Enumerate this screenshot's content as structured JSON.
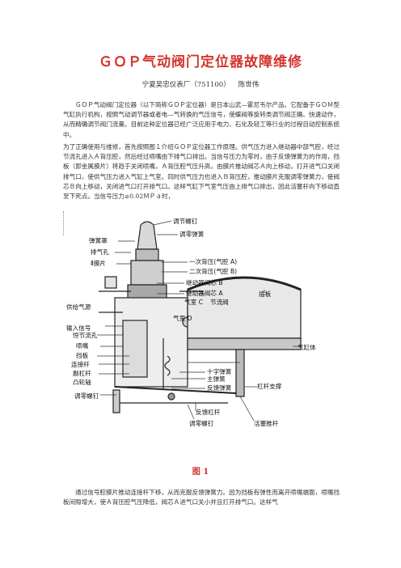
{
  "title": "ＧＯＰ气动阀门定位器故障维修",
  "byline": {
    "org": "宁夏吴忠仪表厂（751100）",
    "author": "陈世伟"
  },
  "paragraphs": [
    "ＧＯＰ气动阀门定位器（以下简称ＧＯＰ定位器）是日本山武—霍尼韦尔产品。它配备于ＧＯＭ型气缸执行机构，按照气动调节器或者电—气转换的气压信号，使蝶阀等旋转类调节阀正确、快速动作，从而精确调节阀门流量。目前这种定位器已经广泛应用于电力、石化及轻工等行业的过程自动控制系统中。",
    "为了正确使用与维修，首先按照图１介绍ＧＯＰ定位器工作原理。供气压力进入继动器中部气腔，经过节流孔进入Ａ背压腔，然后经过喷嘴由下排气口排出。当信号压力为零时，由于反馈弹簧力的作用，挡板（即金属膜片）将趋于关闭喷嘴，Ａ背压腔气压升高，由膜片推动阀芯Ａ向上移动，打开进气口关闭排气口，使供气压力进入气缸上气室。同时供气压力也进入Ｂ背压腔，推动膜片克服调零弹簧力，使阀芯Ｂ向上移动，关闭进气口打开排气口。这样气缸下气室气压由上排气口排出，因此活塞杆向下移动直至下死点。当信号压力≥0.02ＭＰａ时，",
    "通过信号腔膜片推动连接杆下移，从而克服反馈弹簧力。因为挡板有弹性而离开喷嘴端面，喷嘴挡板间隙增大，使Ａ背压腔气压降低，阀芯Ａ进气口关小并且打开排气口。这样气"
  ],
  "figure": {
    "caption": "图 1",
    "labels": {
      "top_screw": "调节螺钉",
      "zero_spring": "调零弹簧",
      "spring_cap": "弹簧罩",
      "exhaust": "排气孔",
      "diaphragm2": "Ⅱ膜片",
      "backpressure1": "一次背压(气腔 A)",
      "backpressure2": "二次背压(气腔 B)",
      "relay_b": "继动器阀芯 B",
      "relay_a": "继动器阀芯 A",
      "chamber_c": "气室 C",
      "throttle": "节流阀",
      "supply": "供给气源",
      "chamber_d": "气室 D",
      "plate": "插板",
      "input": "输入信号",
      "orifice": "恒节流孔",
      "nozzle": "喷嘴",
      "flapper": "挡板",
      "link": "连接杆",
      "sub_lever": "副杠杆",
      "cam_shaft": "凸轮轴",
      "cylinder": "气缸体",
      "cross_spring": "十字弹簧",
      "main_spring": "主弹簧",
      "fb_spring": "反馈弹簧",
      "lever_support": "杠杆支撑",
      "adj_screw_left": "调零螺钉",
      "fb_lever": "反馈杠杆",
      "adj_screw_bottom": "调零螺钉",
      "piston_rod": "活塞推杆"
    }
  }
}
